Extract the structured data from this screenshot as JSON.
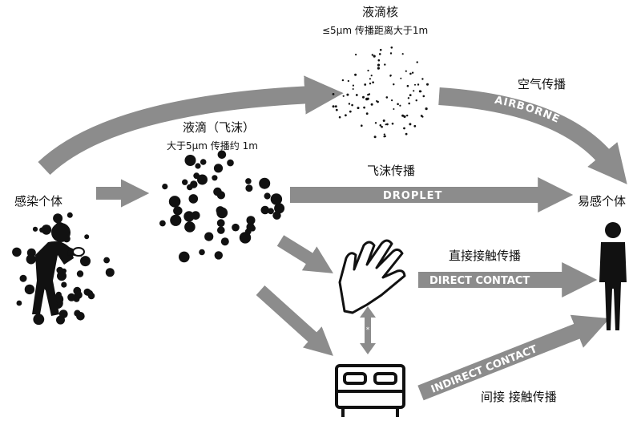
{
  "nuclei": {
    "title": "液滴核",
    "subtitle": "≤5μm  传播距离大于1m"
  },
  "droplet": {
    "title": "液滴（飞沫）",
    "subtitle": "大于5μm  传播约 1m"
  },
  "source_label": "感染个体",
  "target_label": "易感个体",
  "routes": {
    "airborne": {
      "cn": "空气传播",
      "en": "AIRBORNE"
    },
    "droplet": {
      "cn": "飞沫传播",
      "en": "DROPLET"
    },
    "direct": {
      "cn": "直接接触传播",
      "en": "DIRECT CONTACT"
    },
    "indirect": {
      "cn": "间接 接触传播",
      "en": "INDIRECT CONTACT"
    }
  },
  "colors": {
    "arrow": "#8c8c8c",
    "ink": "#111111",
    "arrow_text": "#ffffff"
  },
  "icons": [
    "infected-person-icon",
    "droplet-cloud-icon",
    "nuclei-cloud-icon",
    "hand-icon",
    "bed-icon",
    "susceptible-person-icon"
  ]
}
